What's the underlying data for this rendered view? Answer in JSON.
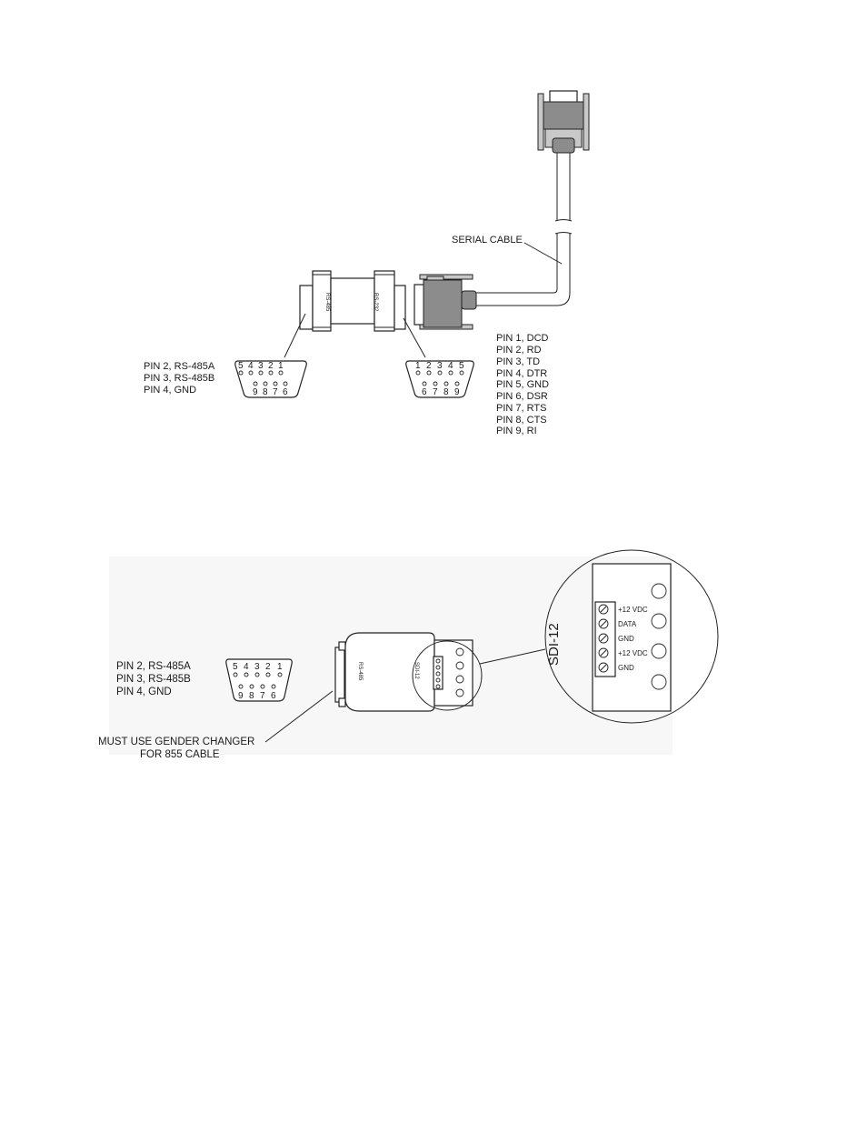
{
  "diagram_top": {
    "serial_cable_label": "SERIAL CABLE",
    "adapter_left_label": "RS-485",
    "adapter_right_label": "RS-232",
    "left_pin_list": [
      "PIN 2,  RS-485A",
      "PIN 3,  RS-485B",
      "PIN 4,  GND"
    ],
    "left_connector": {
      "top_numbers": [
        "5",
        "4",
        "3",
        "2",
        "1"
      ],
      "bottom_numbers": [
        "9",
        "8",
        "7",
        "6"
      ]
    },
    "right_connector": {
      "top_numbers": [
        "1",
        "2",
        "3",
        "4",
        "5"
      ],
      "bottom_numbers": [
        "6",
        "7",
        "8",
        "9"
      ]
    },
    "right_pin_list": [
      "PIN 1,  DCD",
      "PIN 2,  RD",
      "PIN 3,  TD",
      "PIN 4,  DTR",
      "PIN 5,  GND",
      "PIN 6,  DSR",
      "PIN 7,  RTS",
      "PIN 8,  CTS",
      "PIN 9,  RI"
    ]
  },
  "diagram_bottom": {
    "pin_list": [
      "PIN 2,  RS-485A",
      "PIN 3,  RS-485B",
      "PIN 4,  GND"
    ],
    "connector": {
      "top_numbers": [
        "5",
        "4",
        "3",
        "2",
        "1"
      ],
      "bottom_numbers": [
        "9",
        "8",
        "7",
        "6"
      ]
    },
    "module_label": "RS-485",
    "module_port_label": "SDI-12",
    "gender_note": [
      "MUST USE GENDER CHANGER",
      "FOR 855 CABLE"
    ],
    "detail_title": "SDI-12",
    "terminals": [
      "+12  VDC",
      "DATA",
      "GND",
      "+12  VDC",
      "GND"
    ]
  }
}
